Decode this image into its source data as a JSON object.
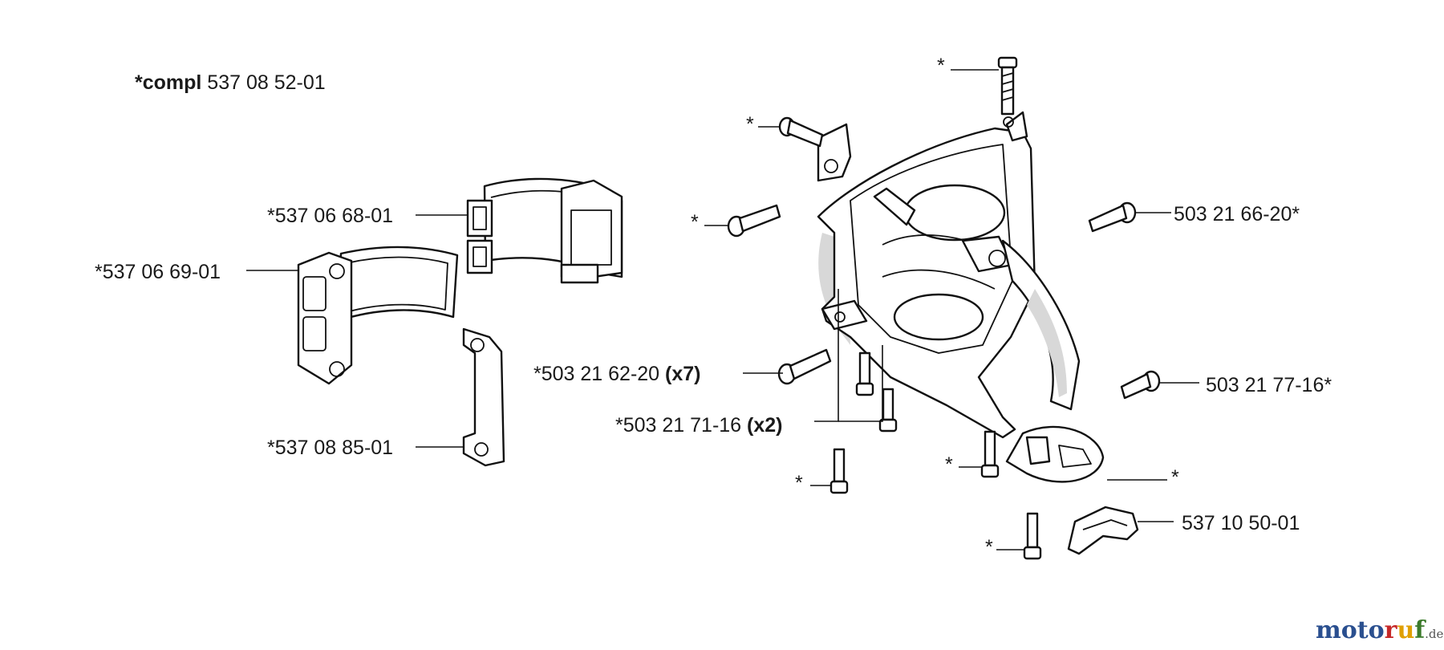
{
  "header": {
    "compl_prefix": "*compl",
    "compl_number": " 537 08 52-01"
  },
  "labels": {
    "p_537_06_68_01": "*537 06 68-01",
    "p_537_06_69_01": "*537 06 69-01",
    "p_537_08_85_01": "*537 08 85-01",
    "p_503_21_62_20_num": "*503 21 62-20 ",
    "p_503_21_62_20_qty": "(x7)",
    "p_503_21_71_16_num": "*503 21 71-16 ",
    "p_503_21_71_16_qty": "(x2)",
    "p_503_21_66_20": "503 21 66-20*",
    "p_503_21_77_16": "503 21 77-16*",
    "p_537_10_50_01": "537 10 50-01",
    "star": "*"
  },
  "watermark": {
    "part1": "moto",
    "part2": "r",
    "part3": "u",
    "part4": "f",
    "suffix": ".de",
    "colors": {
      "moto": "#2a4f8f",
      "r": "#c62828",
      "u": "#e0a000",
      "f": "#3b7a2a"
    }
  }
}
